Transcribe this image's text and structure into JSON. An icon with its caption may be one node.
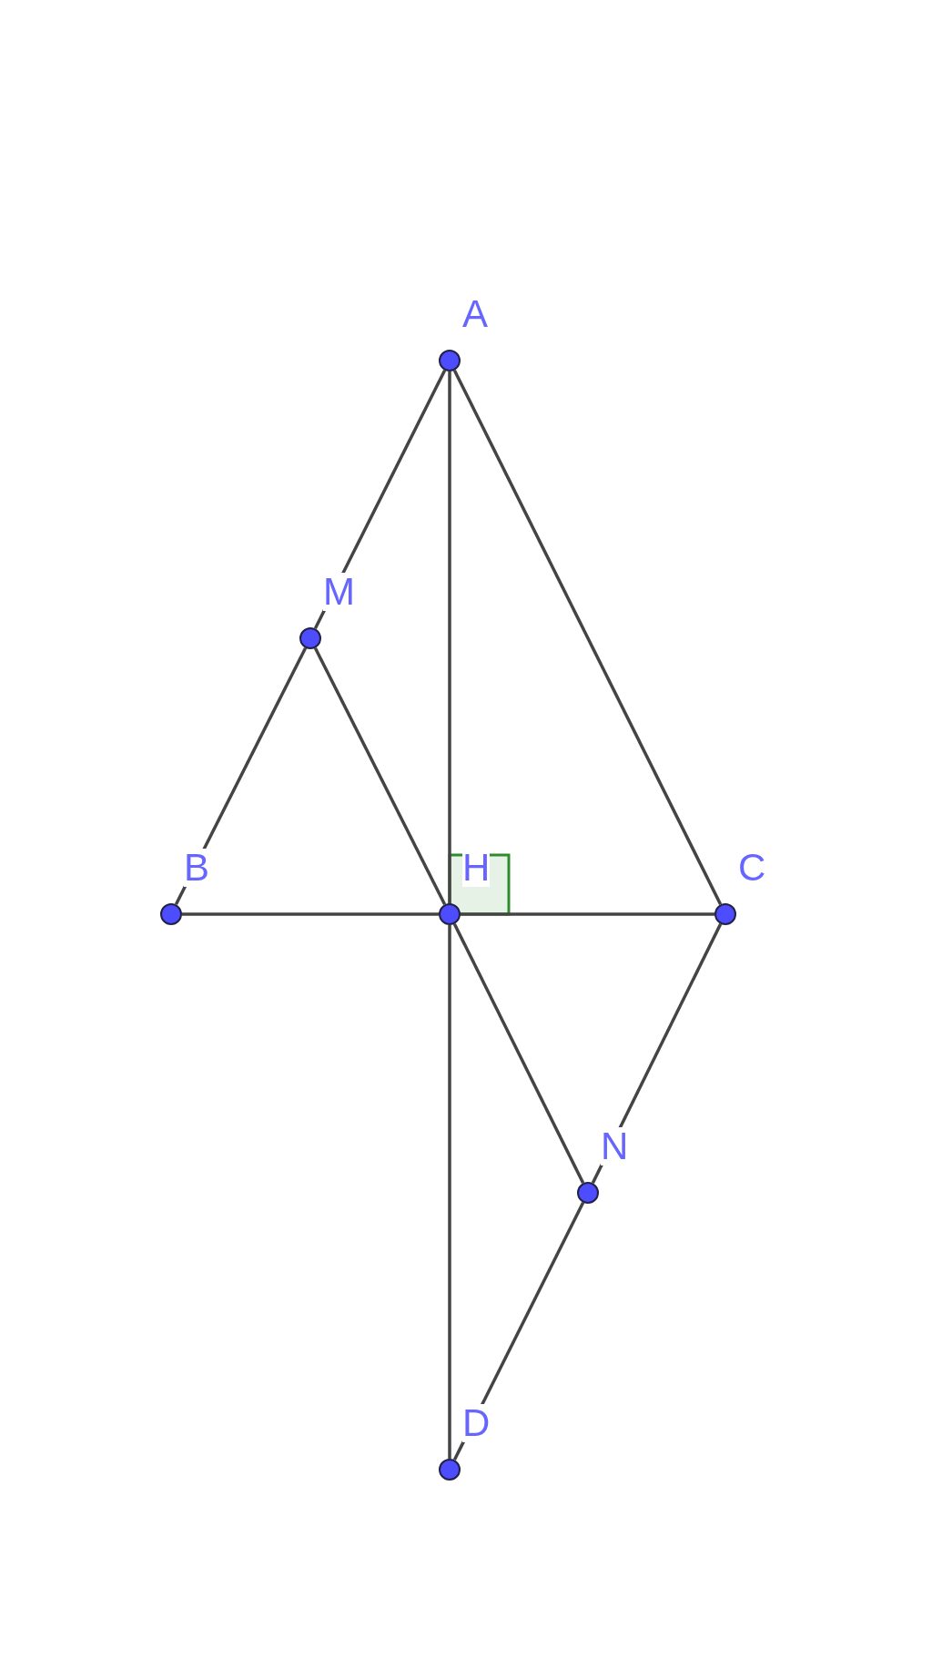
{
  "diagram": {
    "nodes": [
      {
        "text": [
          "A"
        ]
      },
      {
        "text": [
          "M"
        ]
      },
      {
        "text": [
          "B"
        ]
      },
      {
        "text": [
          "H"
        ]
      },
      {
        "text": [
          "C"
        ]
      },
      {
        "text": [
          "N"
        ]
      },
      {
        "text": [
          "D"
        ]
      }
    ],
    "edges": [
      {
        "from": 0,
        "to": 1,
        "arrow": "none"
      },
      {
        "from": 1,
        "to": 2,
        "arrow": "none"
      },
      {
        "from": 0,
        "to": 3,
        "arrow": "none"
      },
      {
        "from": 0,
        "to": 4,
        "arrow": "none"
      },
      {
        "from": 1,
        "to": 3,
        "arrow": "none"
      },
      {
        "from": 2,
        "to": 3,
        "arrow": "none"
      },
      {
        "from": 3,
        "to": 4,
        "arrow": "none"
      },
      {
        "from": 3,
        "to": 5,
        "arrow": "none"
      },
      {
        "from": 4,
        "to": 5,
        "arrow": "none"
      },
      {
        "from": 5,
        "to": 6,
        "arrow": "none"
      },
      {
        "from": 3,
        "to": 6,
        "arrow": "none"
      }
    ]
  }
}
